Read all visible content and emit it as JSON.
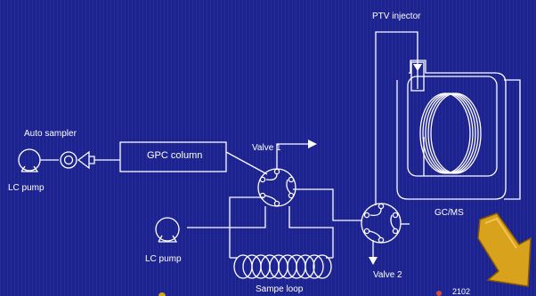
{
  "labels": {
    "auto_sampler": "Auto sampler",
    "lc_pump_left": "LC pump",
    "gpc_column": "GPC column",
    "valve_1": "Valve 1",
    "lc_pump_bottom": "LC pump",
    "sample_loop": "Sampe loop",
    "valve_2": "Valve 2",
    "ptv_injector": "PTV injector",
    "gcms": "GC/MS",
    "corner_number": "2102"
  },
  "colors": {
    "background": "#1c2290",
    "line": "#ffffff",
    "arrow_fill": "#d9a21c",
    "arrow_edge": "#8a5a00"
  },
  "icons": [
    "pump-icon",
    "valve-icon",
    "loop-coil-icon",
    "gcms-oven-icon",
    "yellow-arrow-icon"
  ]
}
